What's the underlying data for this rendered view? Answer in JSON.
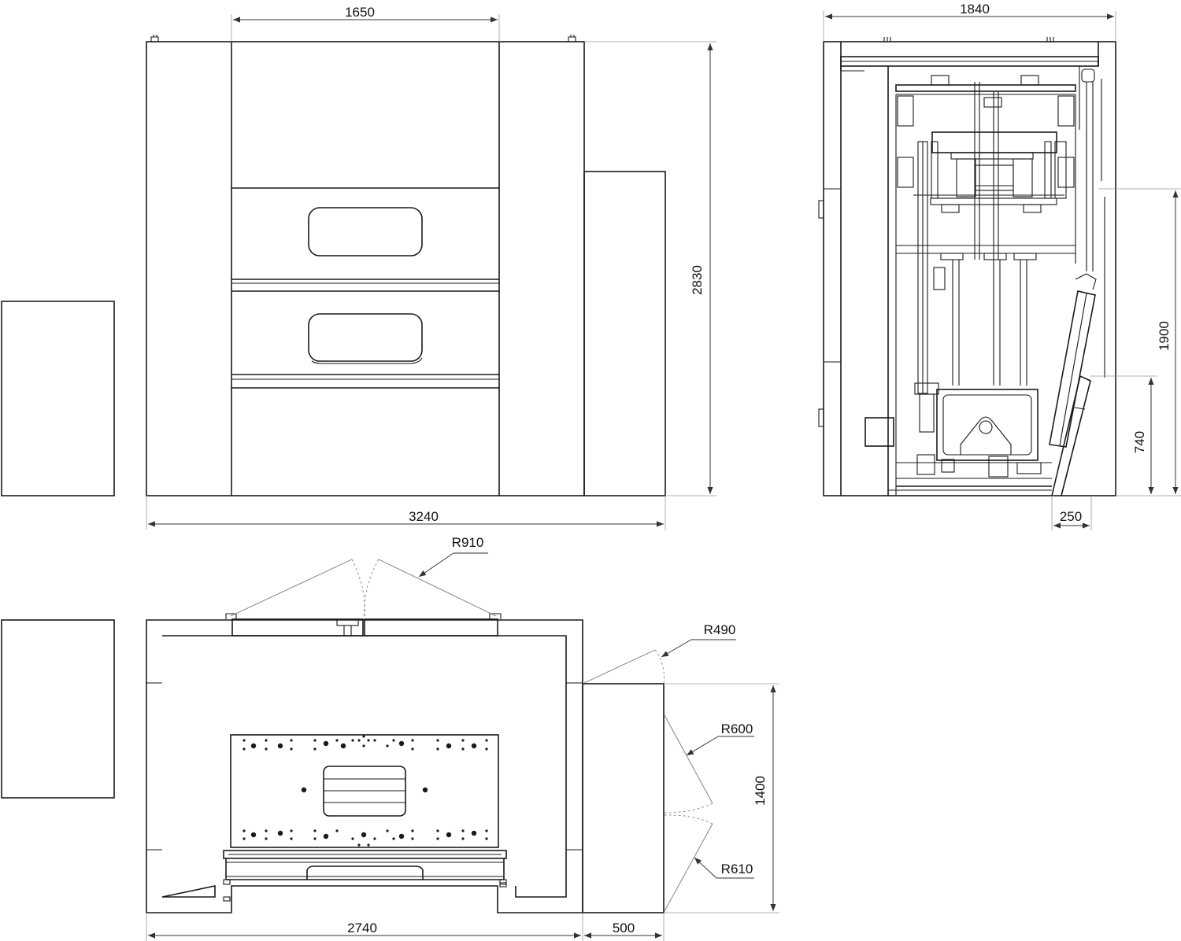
{
  "drawing": {
    "front_view": {
      "dims": {
        "width_top": "1650",
        "height": "2830",
        "width_total": "3240"
      }
    },
    "side_view": {
      "dims": {
        "width": "1840",
        "height_1900": "1900",
        "height_740": "740",
        "offset_250": "250"
      }
    },
    "top_view": {
      "dims": {
        "radius_top": "R910",
        "radius_490": "R490",
        "radius_600": "R600",
        "radius_610": "R610",
        "depth": "1400",
        "width_2740": "2740",
        "width_500": "500"
      }
    }
  },
  "colors": {
    "line": "#1a1a1a",
    "dimension": "#333333",
    "background": "#ffffff"
  }
}
